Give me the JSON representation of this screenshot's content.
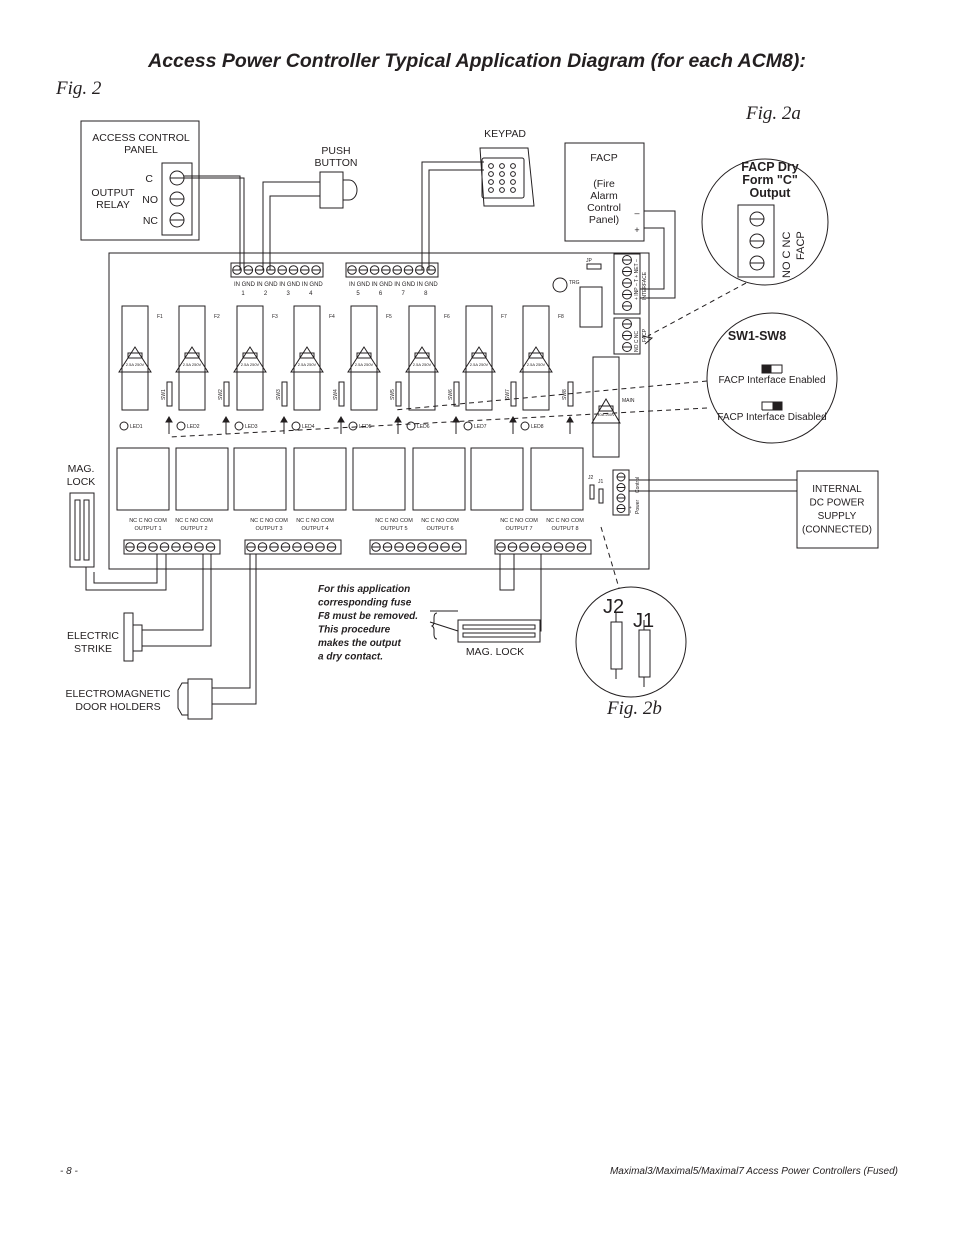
{
  "title": "Access Power Controller Typical Application Diagram (for each ACM8):",
  "figures": {
    "fig2": "Fig. 2",
    "fig2a": "Fig. 2a",
    "fig2b": "Fig. 2b"
  },
  "access_panel": {
    "line1": "ACCESS CONTROL",
    "line2": "PANEL",
    "output1": "OUTPUT",
    "output2": "RELAY",
    "c": "C",
    "no": "NO",
    "nc": "NC"
  },
  "push_button": {
    "line1": "PUSH",
    "line2": "BUTTON"
  },
  "keypad": {
    "label": "KEYPAD"
  },
  "facp": {
    "line1": "FACP",
    "line2": "(Fire",
    "line3": "Alarm",
    "line4": "Control",
    "line5": "Panel)",
    "minus": "–",
    "plus": "+"
  },
  "input_terminals": {
    "labels_a": [
      "IN",
      "GND",
      "IN",
      "GND",
      "IN",
      "GND",
      "IN",
      "GND"
    ],
    "labels_b": [
      "IN",
      "GND",
      "IN",
      "GND",
      "IN",
      "GND",
      "IN",
      "GND"
    ],
    "nums_a": [
      "1",
      "2",
      "3",
      "4"
    ],
    "nums_b": [
      "5",
      "6",
      "7",
      "8"
    ]
  },
  "fuses": [
    "F1",
    "F2",
    "F3",
    "F4",
    "F5",
    "F6",
    "F7",
    "F8"
  ],
  "fuse_rating": "2.5A 250V",
  "switches": [
    "SW1",
    "SW2",
    "SW3",
    "SW4",
    "SW5",
    "SW6",
    "SW7",
    "SW8"
  ],
  "leds": [
    "LED1",
    "LED2",
    "LED3",
    "LED4",
    "LED5",
    "LED6",
    "LED7",
    "LED8"
  ],
  "main_fuse": {
    "label": "MAIN",
    "rating": "10A 250V"
  },
  "trg": "TRG",
  "jumper": "JP",
  "interface": {
    "pins": "+ INP – T + NET –",
    "label": "INTERFACE",
    "facp_pins": "NO C NC",
    "facp_label": "FACP"
  },
  "power_block": {
    "pins": "– +",
    "label": "Power",
    "control": "Control"
  },
  "j_small": {
    "j2": "J2",
    "j1": "J1"
  },
  "output_terminals": {
    "pin_labels": "NC C NO COM",
    "names": [
      "OUTPUT 1",
      "OUTPUT 2",
      "OUTPUT 3",
      "OUTPUT 4",
      "OUTPUT 5",
      "OUTPUT 6",
      "OUTPUT 7",
      "OUTPUT 8"
    ]
  },
  "mag_lock_left": {
    "line1": "MAG.",
    "line2": "LOCK"
  },
  "electric_strike": {
    "line1": "ELECTRIC",
    "line2": "STRIKE"
  },
  "door_holders": {
    "line1": "ELECTROMAGNETIC",
    "line2": "DOOR HOLDERS"
  },
  "note": [
    "For this application",
    "corresponding fuse",
    "F8 must be removed.",
    "This procedure",
    "makes the output",
    "a dry contact."
  ],
  "mag_lock_bottom": "MAG. LOCK",
  "internal_psu": [
    "INTERNAL",
    "DC POWER",
    "SUPPLY",
    "(CONNECTED)"
  ],
  "fig2a_detail": {
    "heading1": "FACP Dry",
    "heading2": "Form \"C\"",
    "heading3": "Output",
    "pins": "NO   C   NC",
    "label": "FACP"
  },
  "sw_detail": {
    "heading": "SW1-SW8",
    "enabled": "FACP Interface Enabled",
    "disabled": "FACP Interface Disabled"
  },
  "fig2b_detail": {
    "j2": "J2",
    "j1": "J1"
  },
  "footer": {
    "page": "- 8 -",
    "doc": "Maximal3/Maximal5/Maximal7 Access Power Controllers (Fused)"
  }
}
